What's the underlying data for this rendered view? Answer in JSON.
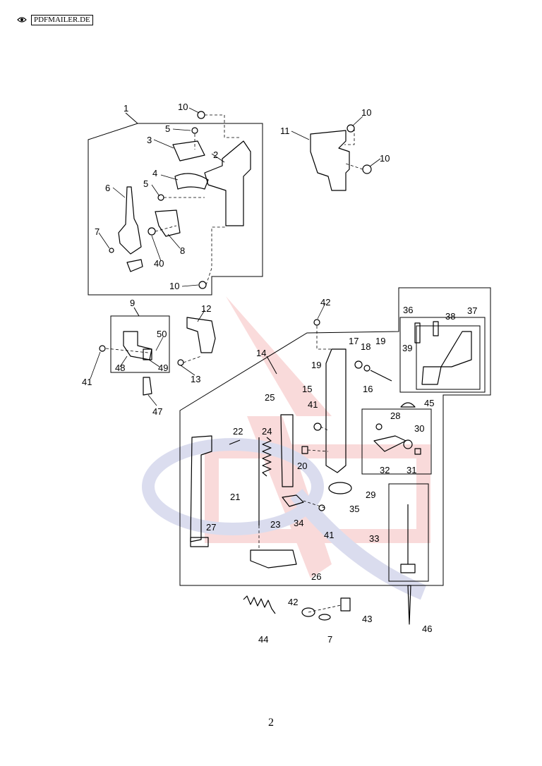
{
  "header": {
    "badge_text": "PDFMAILER.DE",
    "eye_icon": "eye-icon"
  },
  "page": {
    "number": "2"
  },
  "watermark": {
    "colors": [
      "#e23a3a",
      "#3a44a6"
    ],
    "icon": "logo-watermark"
  },
  "callouts": {
    "c1": "1",
    "c2": "2",
    "c3": "3",
    "c4": "4",
    "c5a": "5",
    "c5b": "5",
    "c6": "6",
    "c7a": "7",
    "c7b": "7",
    "c8": "8",
    "c9": "9",
    "c10a": "10",
    "c10b": "10",
    "c10c": "10",
    "c10d": "10",
    "c11": "11",
    "c12": "12",
    "c13": "13",
    "c14": "14",
    "c15": "15",
    "c16": "16",
    "c17": "17",
    "c18": "18",
    "c19a": "19",
    "c19b": "19",
    "c20": "20",
    "c21": "21",
    "c22": "22",
    "c23": "23",
    "c24": "24",
    "c25": "25",
    "c26": "26",
    "c27": "27",
    "c28": "28",
    "c29": "29",
    "c30": "30",
    "c31": "31",
    "c32": "32",
    "c33": "33",
    "c34": "34",
    "c35": "35",
    "c36": "36",
    "c37": "37",
    "c38": "38",
    "c39": "39",
    "c40": "40",
    "c41a": "41",
    "c41b": "41",
    "c41c": "41",
    "c42a": "42",
    "c42b": "42",
    "c43": "43",
    "c44": "44",
    "c45": "45",
    "c46": "46",
    "c47": "47",
    "c48": "48",
    "c49": "49",
    "c50": "50"
  }
}
